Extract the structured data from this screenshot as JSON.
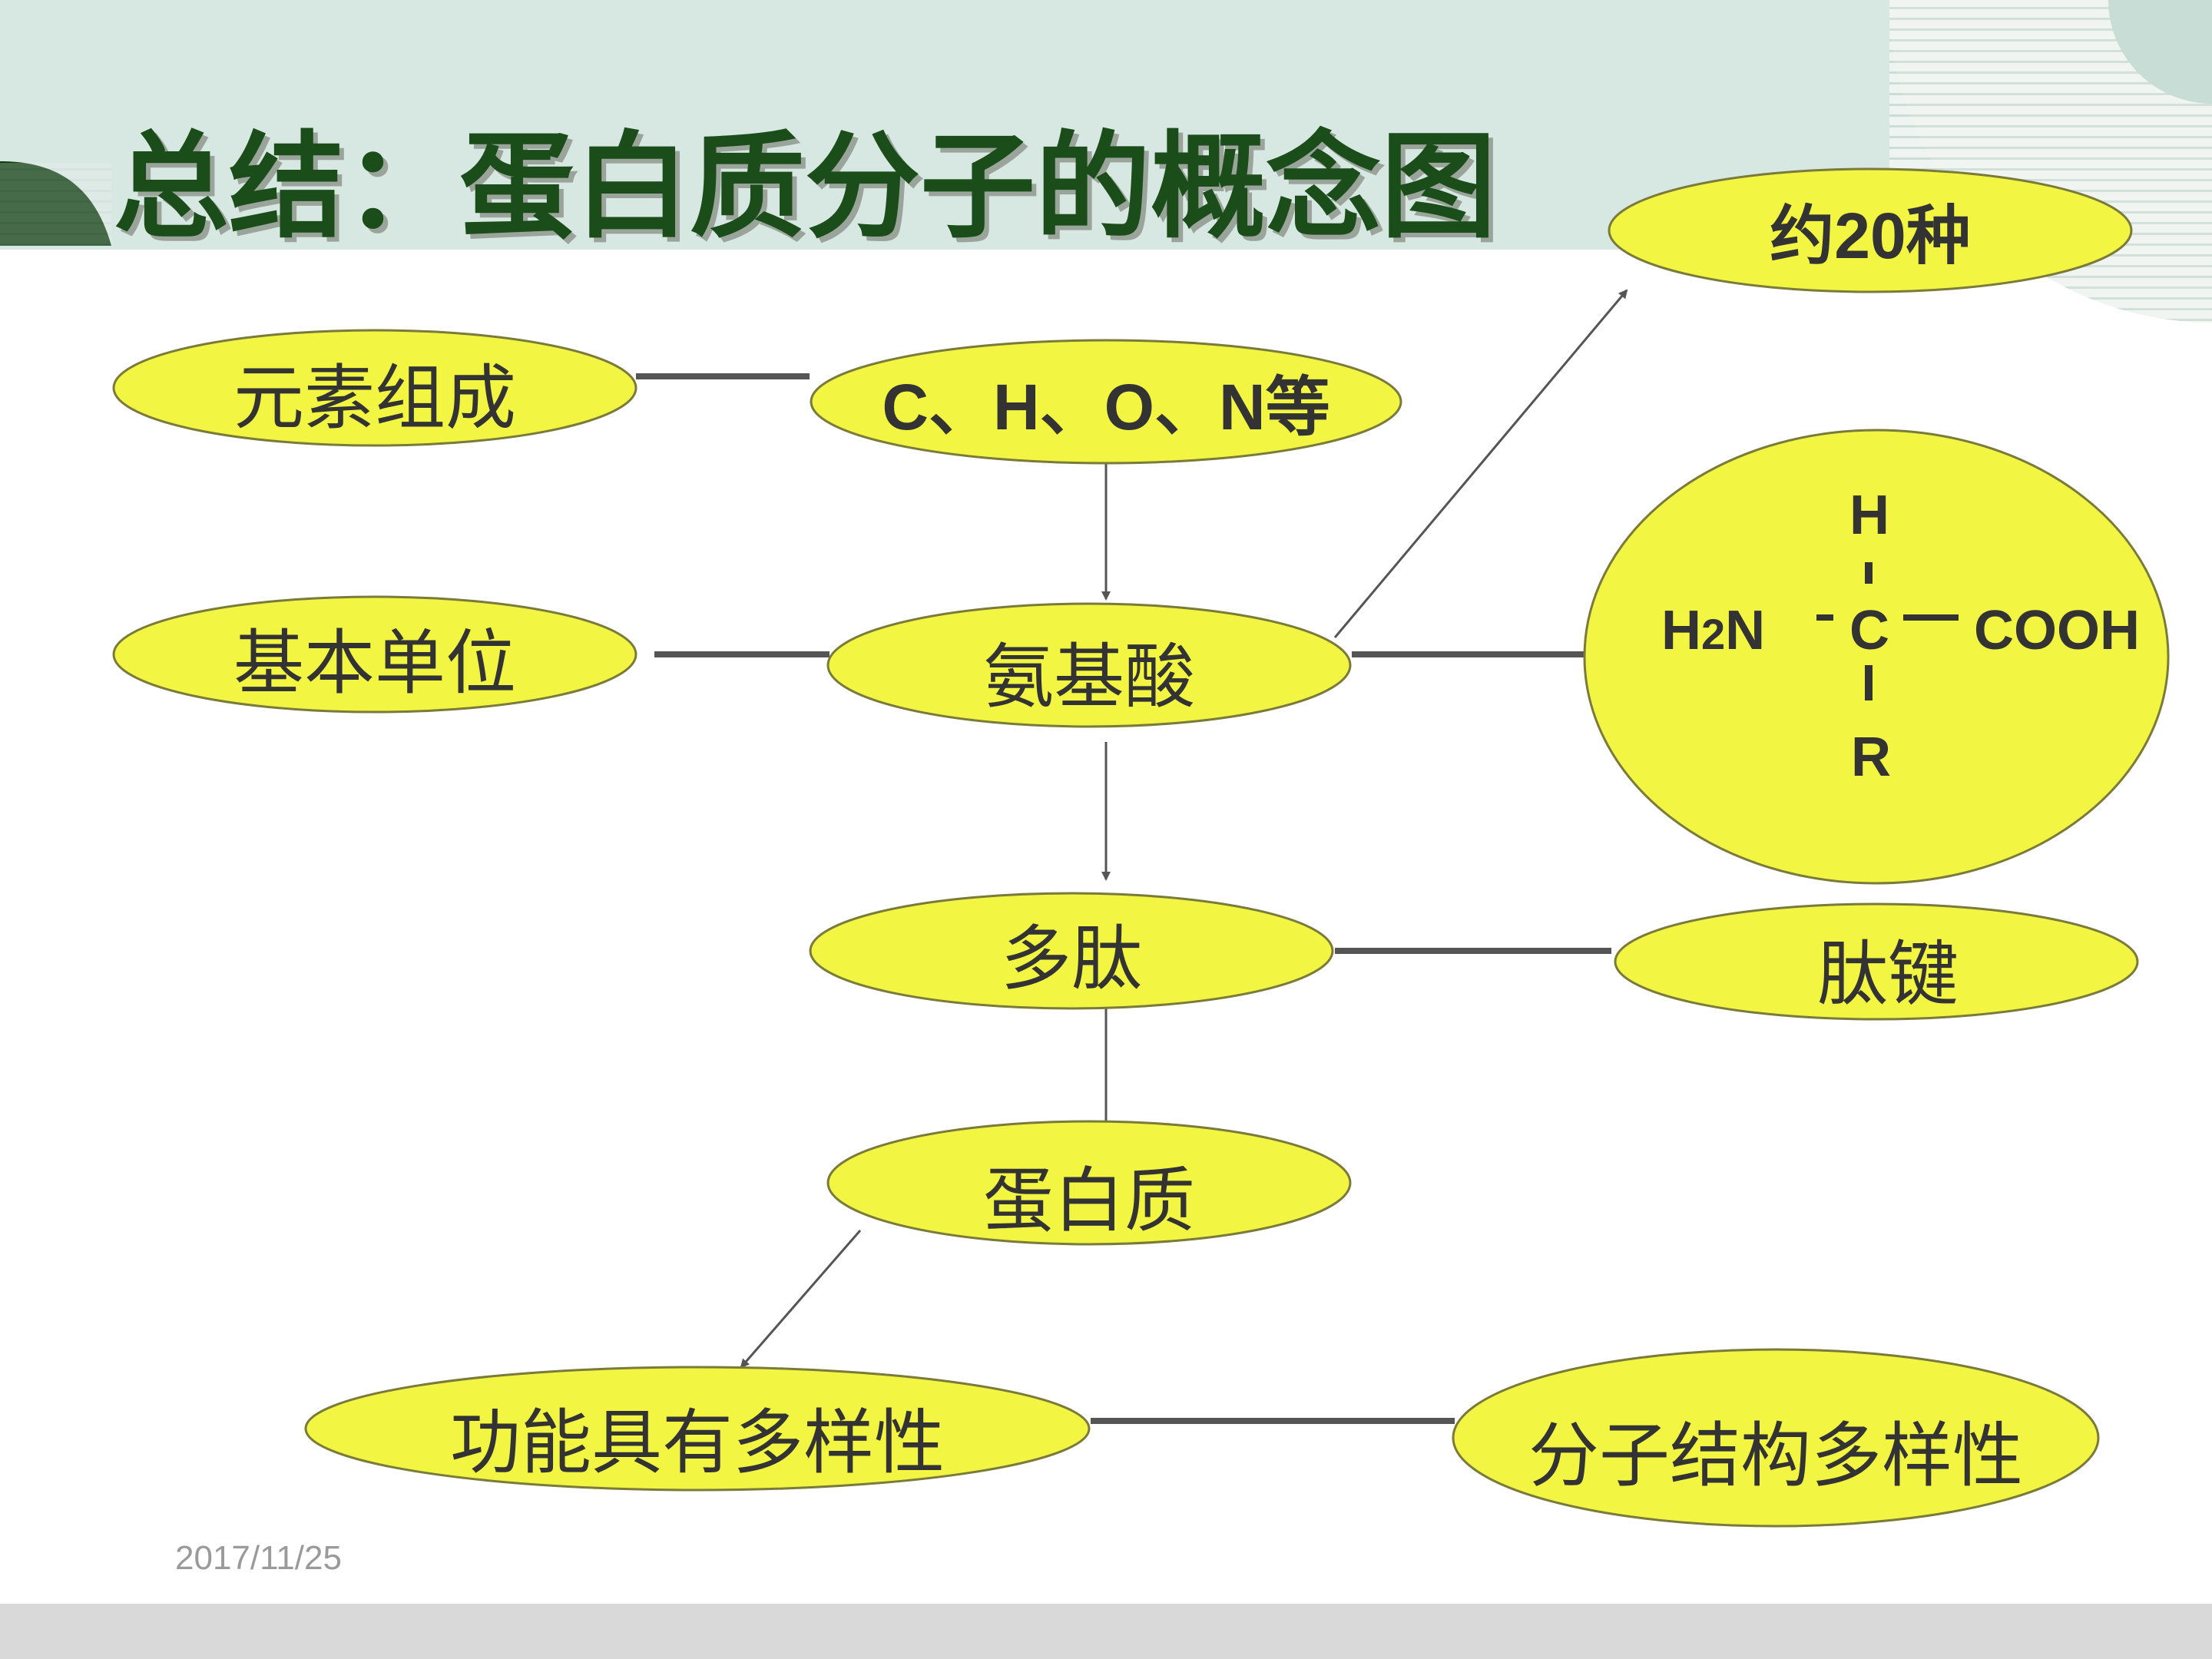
{
  "title": "总结：蛋白质分子的概念图",
  "date": "2017/11/25",
  "colors": {
    "node_fill": "#f2f542",
    "node_stroke": "#7a7a3a",
    "line": "#555555",
    "title": "#1b4d1b",
    "band": "#d7e7e1",
    "footer": "#d9d9d9",
    "accent": "#0f3d10"
  },
  "nodes": {
    "elements_label": "元素组成",
    "elements": "C、H、O、N等",
    "unit_label": "基本单位",
    "amino_acid": "氨基酸",
    "kinds": "约20种",
    "polypeptide": "多肽",
    "peptide_bond": "肽键",
    "protein": "蛋白质",
    "function_diversity": "功能具有多样性",
    "structure_diversity": "分子结构多样性"
  },
  "formula": {
    "top": "H",
    "left_h": "H",
    "left_sub": "2",
    "left_n": "N",
    "center": "C",
    "right": "COOH",
    "bottom": "R"
  }
}
